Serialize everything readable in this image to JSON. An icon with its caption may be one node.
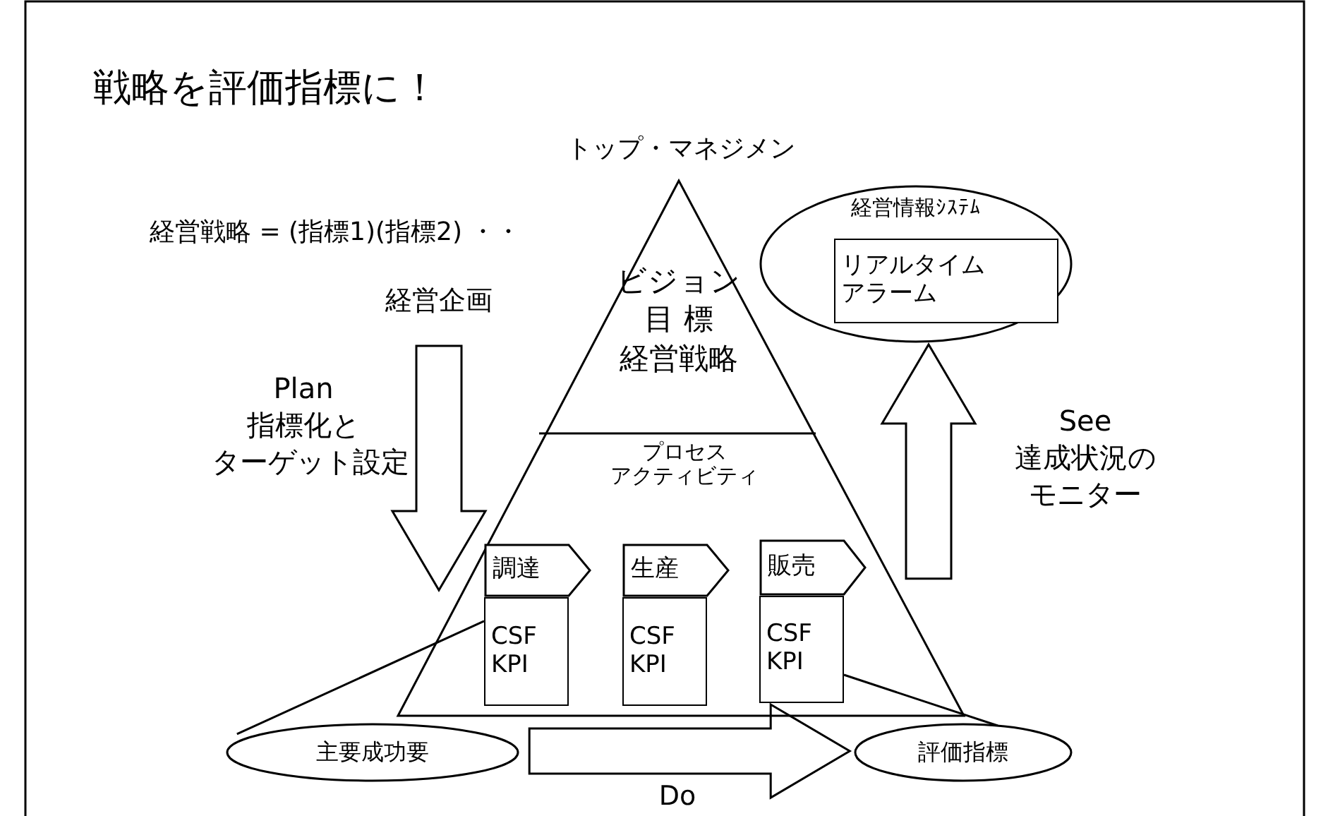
{
  "diagram": {
    "title": "戦略を評価指標に！",
    "nodes": [
      {
        "text": [
          "トップ・マネジメン"
        ]
      },
      {
        "text": [
          "ビジョン目 標経営戦略"
        ],
        "in": 0
      },
      {
        "text": [
          "プロセスアクティビティ"
        ],
        "in": 0
      },
      {
        "text": [
          "調達"
        ],
        "in": 2
      },
      {
        "text": [
          "CSF KPI"
        ],
        "in": 2
      },
      {
        "text": [
          "生産"
        ],
        "in": 2
      },
      {
        "text": [
          "CSF KPI"
        ],
        "in": 2
      },
      {
        "text": [
          "販売"
        ],
        "in": 2
      },
      {
        "text": [
          "CSF KPI"
        ],
        "in": 2
      },
      {
        "text": [
          "経営情報ｼｽﾃﾑ"
        ]
      },
      {
        "text": [
          "リアルタイムアラーム"
        ],
        "in": 9
      },
      {
        "text": [
          "主要成功要"
        ]
      },
      {
        "text": [
          "評価指標"
        ]
      },
      {
        "text": [
          "経営企画"
        ]
      }
    ],
    "edges": [
      {
        "from": 13,
        "to": 0,
        "arrow": "to",
        "label": "Plan 指標化とターゲット設定"
      },
      {
        "from": 0,
        "to": 9,
        "arrow": "to",
        "label": "See 達成状況のモニター"
      },
      {
        "from": 11,
        "to": 12,
        "arrow": "to",
        "label": "Do"
      },
      {
        "from": 11,
        "to": 4,
        "arrow": "none"
      },
      {
        "from": 12,
        "to": 8,
        "arrow": "none"
      }
    ],
    "labels": [
      "経営戦略 = (指標1)(指標2) ・・"
    ]
  }
}
